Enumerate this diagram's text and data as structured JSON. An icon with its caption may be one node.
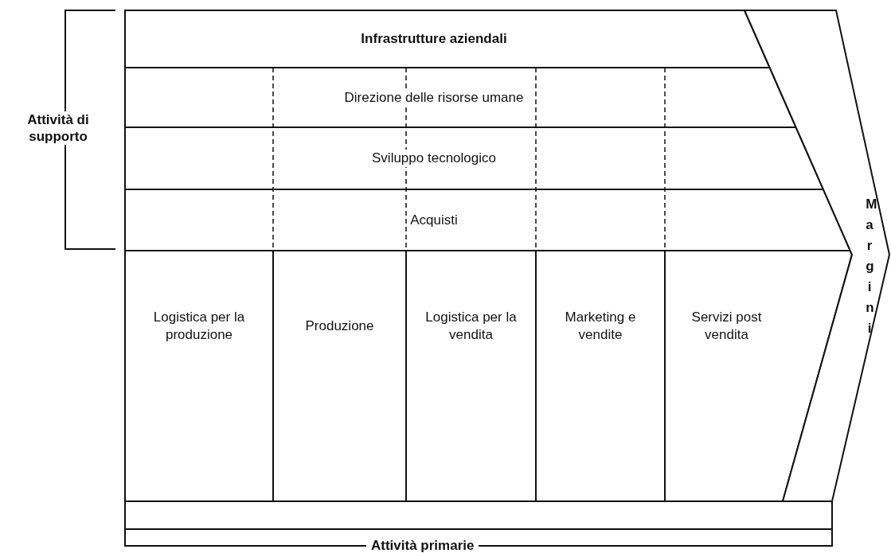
{
  "diagram": {
    "nodes": [
      {
        "text": [
          "Infrastrutture aziendali"
        ]
      },
      {
        "text": [
          "Direzione delle risorse umane"
        ]
      },
      {
        "text": [
          "Sviluppo tecnologico"
        ]
      },
      {
        "text": [
          "Acquisti"
        ]
      },
      {
        "text": [
          "Logistica per la produzione"
        ]
      },
      {
        "text": [
          "Produzione"
        ]
      },
      {
        "text": [
          "Logistica per la vendita"
        ]
      },
      {
        "text": [
          "Marketing e vendite"
        ]
      },
      {
        "text": [
          "Servizi post vendita"
        ]
      },
      {
        "text": [
          "Margini"
        ]
      }
    ],
    "edges": [],
    "labels": [
      "Attività di supporto",
      "Attività primarie"
    ]
  }
}
